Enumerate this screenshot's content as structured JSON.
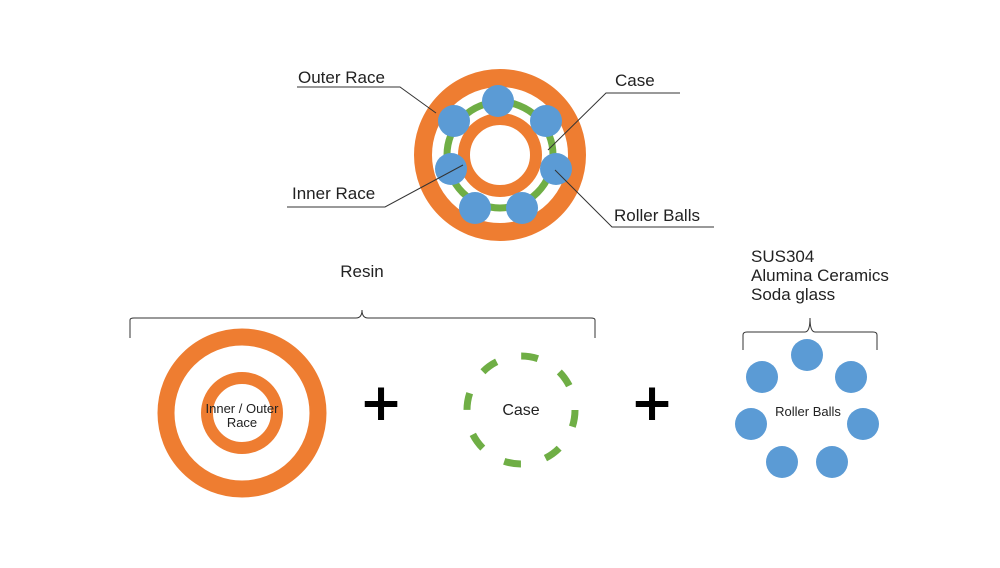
{
  "colors": {
    "race": "#EE7D31",
    "case": "#6FAE45",
    "ball": "#5B9BD5",
    "leader": "#333333"
  },
  "assembly": {
    "outer_race_label": "Outer Race",
    "inner_race_label": "Inner Race",
    "case_label": "Case",
    "roller_balls_label": "Roller Balls"
  },
  "parts": {
    "resin_label": "Resin",
    "race_part_line1": "Inner / Outer",
    "race_part_line2": "Race",
    "case_part_label": "Case",
    "plus_sign": "+",
    "balls_part_label": "Roller Balls",
    "ball_materials": [
      "SUS304",
      "Alumina Ceramics",
      "Soda glass"
    ]
  }
}
